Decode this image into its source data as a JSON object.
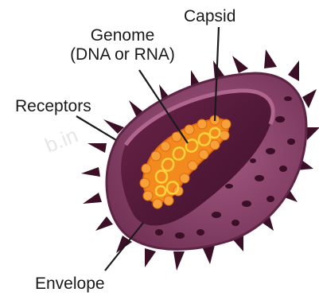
{
  "labels": {
    "capsid": "Capsid",
    "genome_line1": "Genome",
    "genome_line2": "(DNA or RNA)",
    "receptors": "Receptors",
    "envelope": "Envelope"
  },
  "watermark": "b.in",
  "colors": {
    "envelope_outer": "#8e4a6e",
    "envelope_dark": "#5e2444",
    "inner_shadow": "#4a1534",
    "capsid_orange": "#f28a1e",
    "genome_yellow": "#ffd23c",
    "spike": "#3b0f26",
    "leader_line": "#1a1a1a"
  }
}
